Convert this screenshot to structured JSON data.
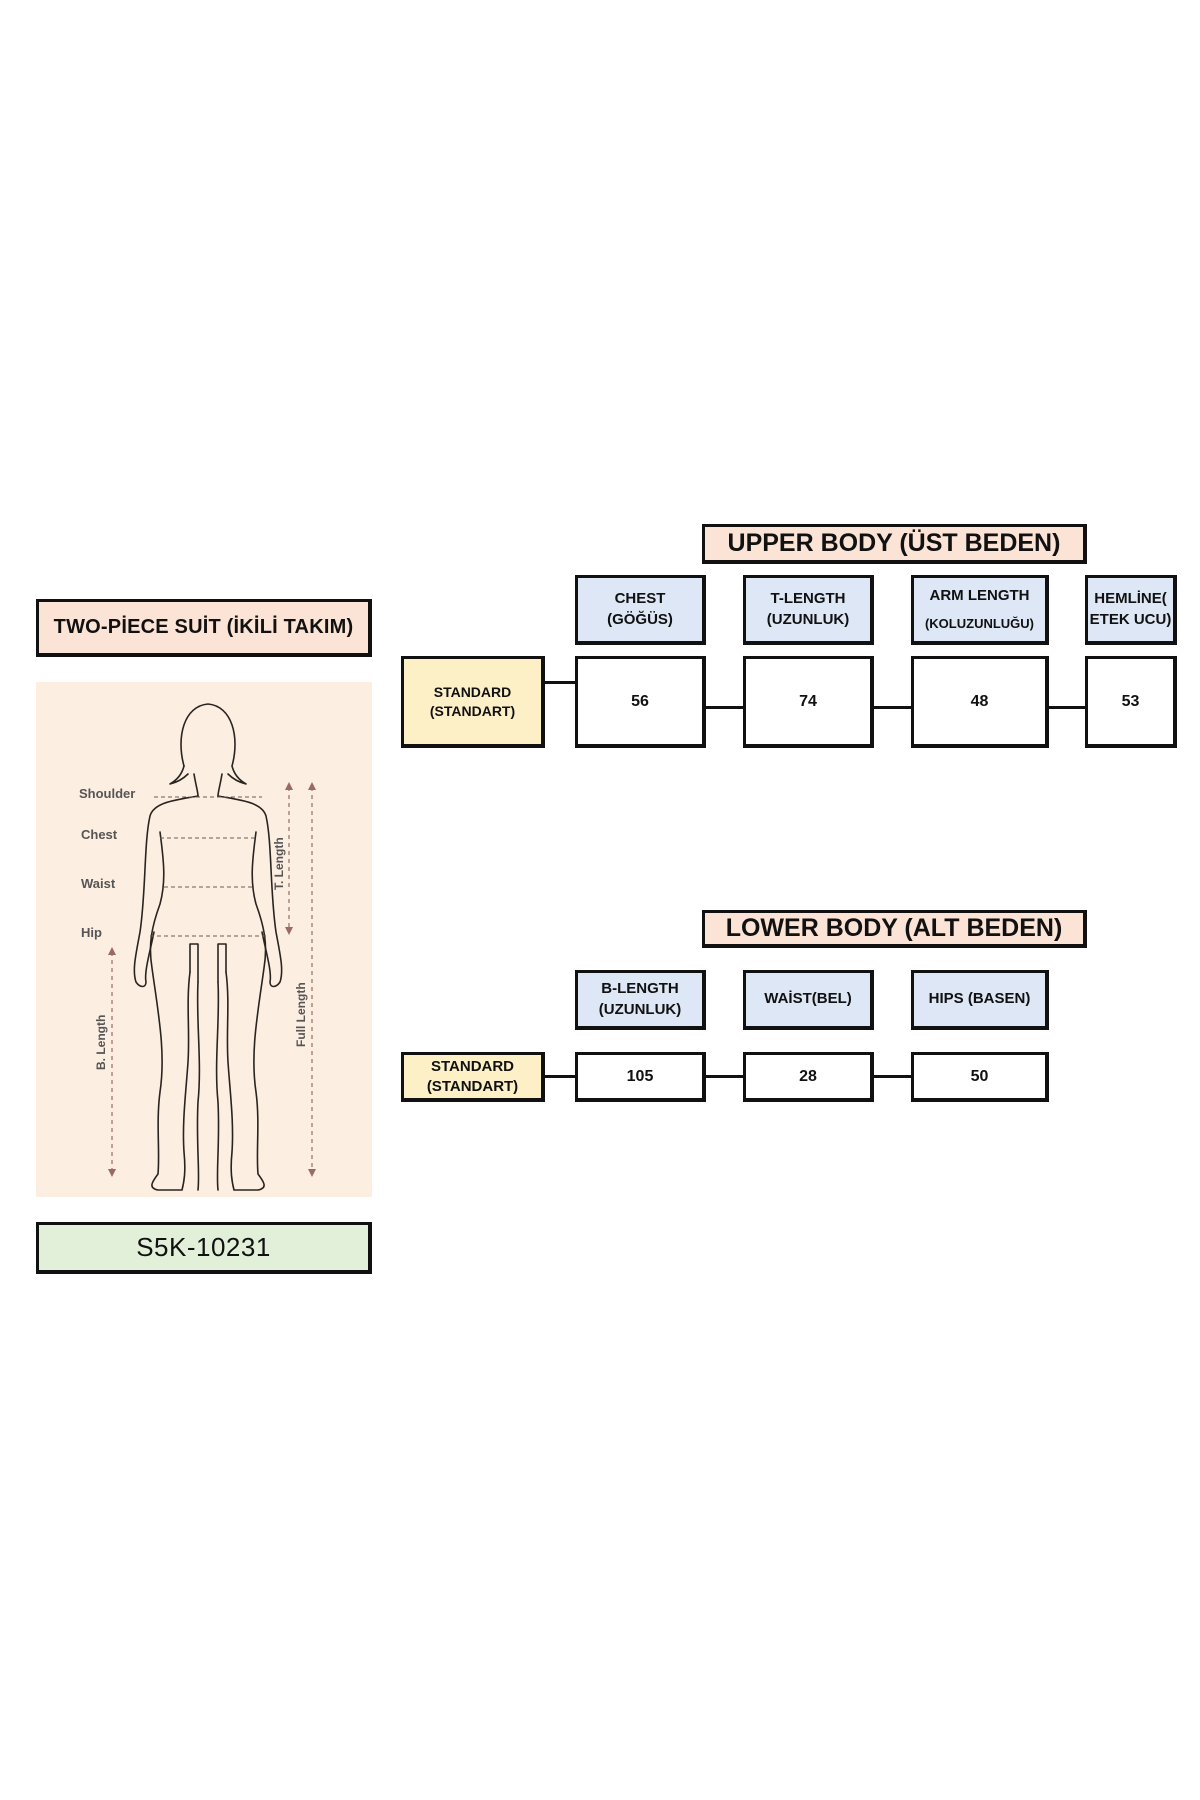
{
  "product": {
    "title": "TWO-PİECE SUİT (İKİLİ TAKIM)",
    "code": "S5K-10231"
  },
  "figure": {
    "labels": {
      "shoulder": "Shoulder",
      "chest": "Chest",
      "waist": "Waist",
      "hip": "Hip",
      "t_length": "T. Length",
      "b_length": "B. Length",
      "full_length": "Full Length"
    }
  },
  "upper": {
    "title": "UPPER BODY (ÜST BEDEN)",
    "size_label": [
      "STANDARD",
      "(STANDART)"
    ],
    "columns": [
      {
        "line1": "CHEST",
        "line2": "(GÖĞÜS)",
        "value": "56"
      },
      {
        "line1": "T-LENGTH",
        "line2": "(UZUNLUK)",
        "value": "74"
      },
      {
        "line1": "ARM LENGTH",
        "line2": "(KOLUZUNLUĞU)",
        "value": "48"
      },
      {
        "line1": "HEMLİNE(",
        "line2": "ETEK UCU)",
        "value": "53"
      }
    ]
  },
  "lower": {
    "title": "LOWER BODY (ALT BEDEN)",
    "size_label": [
      "STANDARD",
      "(STANDART)"
    ],
    "columns": [
      {
        "line1": "B-LENGTH",
        "line2": "(UZUNLUK)",
        "value": "105"
      },
      {
        "line1": "WAİST(BEL)",
        "line2": "",
        "value": "28"
      },
      {
        "line1": "HIPS (BASEN)",
        "line2": "",
        "value": "50"
      }
    ]
  },
  "colors": {
    "title_fill": "#fbe3d6",
    "header_fill": "#dde7f5",
    "size_fill": "#fdf0c7",
    "code_fill": "#e2efd9",
    "figure_bg": "#fdeee2",
    "arrow": "#9a6a64"
  }
}
